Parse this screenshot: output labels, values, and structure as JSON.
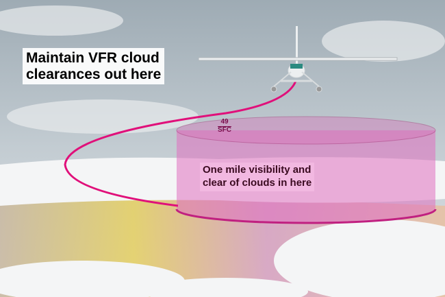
{
  "outside_label": {
    "line1": "Maintain VFR cloud",
    "line2": "clearances out here"
  },
  "inside_label": {
    "line1": "One mile visibility and",
    "line2": "clear of clouds in here"
  },
  "airspace_altitude": {
    "ceiling": "49",
    "floor": "SFC"
  },
  "colors": {
    "airspace": "#e070c0",
    "flight_path": "#e0107a",
    "sky": "#b8c4cc"
  }
}
